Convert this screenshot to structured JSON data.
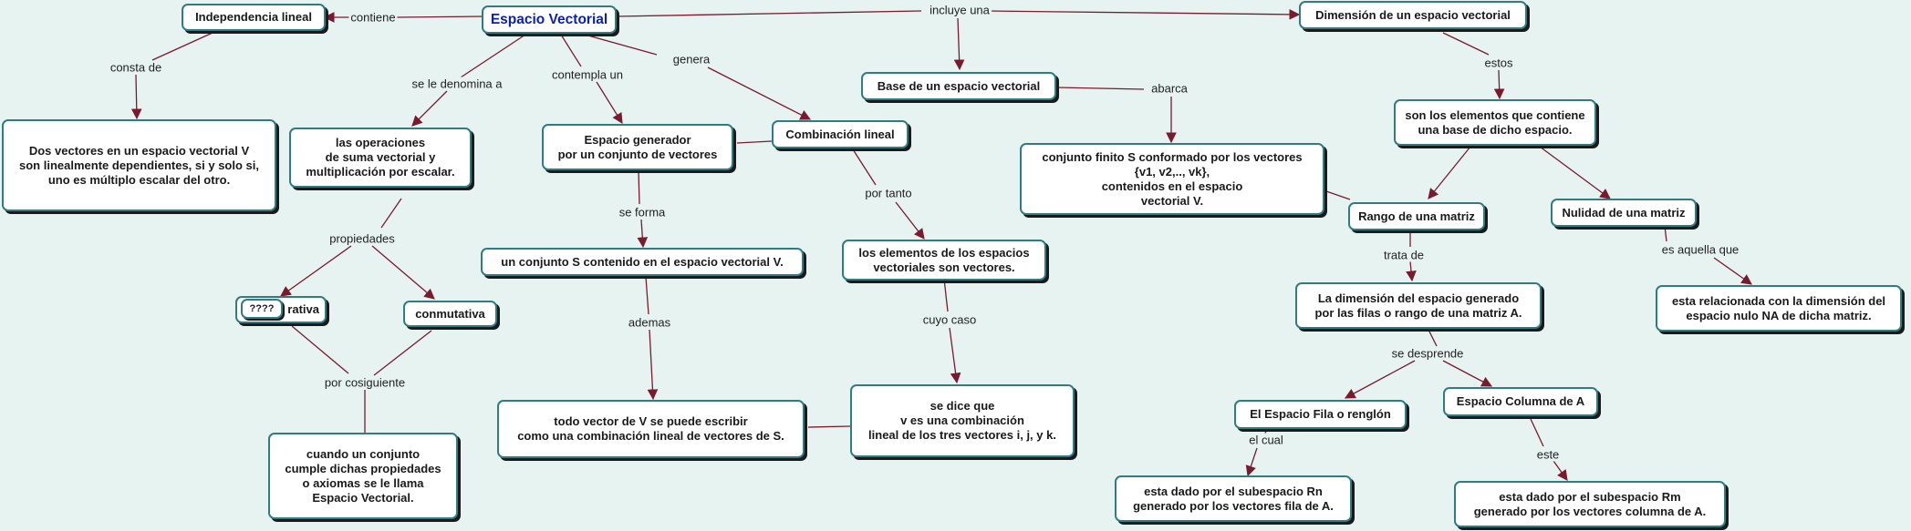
{
  "nodes": {
    "espacio_vectorial": "Espacio Vectorial",
    "independencia_lineal": "Independencia lineal",
    "dos_vectores": "Dos vectores en un espacio vectorial V\nson linealmente dependientes, si y solo si,\nuno es múltiplo escalar del otro.",
    "operaciones": "las operaciones\nde suma vectorial y\nmultiplicación por escalar.",
    "asociativa": "rativa",
    "unknown": "????",
    "conmutativa": "conmutativa",
    "cuando_conjunto": "cuando un conjunto\ncumple dichas propiedades\no axiomas se le llama\nEspacio Vectorial.",
    "espacio_generador": "Espacio generador\npor un conjunto de vectores",
    "conjunto_s": "un conjunto S contenido en el espacio vectorial V.",
    "todo_vector": "todo vector de V se puede escribir\ncomo una combinación lineal de vectores de S.",
    "combinacion_lineal": "Combinación lineal",
    "elementos_espacios": "los elementos de los espacios\nvectoriales son vectores.",
    "se_dice_que": "se dice que\nv es una combinación\nlineal de los tres vectores i, j, y k.",
    "base": "Base de un espacio vectorial",
    "conjunto_finito": "conjunto finito S conformado por los vectores\n{v1, v2,.., vk},\ncontenidos en el espacio\nvectorial V.",
    "dimension": "Dimensión de un espacio vectorial",
    "son_elementos": "son los elementos que contiene\nuna base de dicho espacio.",
    "rango": "Rango de una matriz",
    "nulidad": "Nulidad de una matriz",
    "dimension_generado": "La dimensión del espacio generado\npor las filas o rango de una matriz A.",
    "relacionada": "esta relacionada con la dimensión del\nespacio nulo NA de dicha matriz.",
    "fila_renglon": "El Espacio Fila o renglón",
    "columna": "Espacio Columna de A",
    "subespacio_rn": "esta dado por el subespacio Rn\ngenerado por los vectores fila de A.",
    "subespacio_rm": "esta dado por el subespacio Rm\ngenerado por los vectores columna de A."
  },
  "links": {
    "contiene": "contiene",
    "consta_de": "consta de",
    "se_le_denomina_a": "se le denomina a",
    "contempla_un": "contempla un",
    "genera": "genera",
    "incluye_una": "incluye una",
    "propiedades": "propiedades",
    "por_consiguiente": "por cosiguiente",
    "se_forma": "se forma",
    "ademas": "ademas",
    "por_tanto": "por tanto",
    "cuyo_caso": "cuyo caso",
    "abarca": "abarca",
    "estos": "estos",
    "trata_de": "trata de",
    "es_aquella_que": "es aquella que",
    "se_desprende": "se desprende",
    "el_cual": "el cual",
    "este": "este"
  },
  "colors": {
    "edge": "#7a1a2e",
    "node_border": "#2e7c84",
    "root_text": "#0a1eb8",
    "background": "#e6f3f0"
  }
}
